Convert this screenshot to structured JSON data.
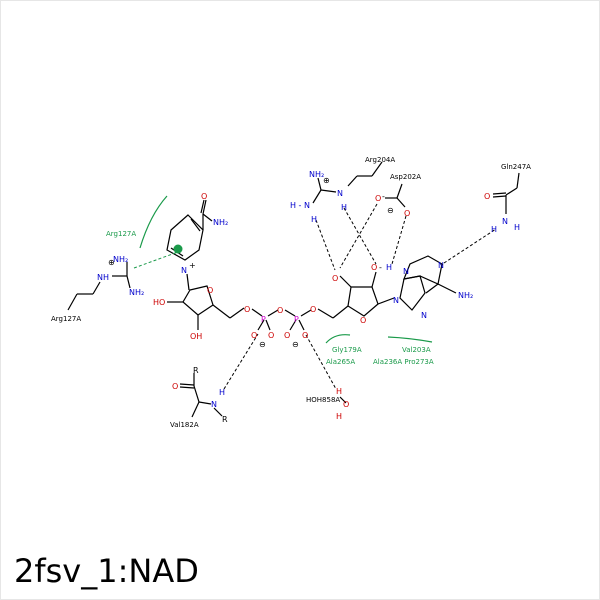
{
  "title": "2fsv_1:NAD",
  "colors": {
    "carbon": "#000000",
    "nitrogen": "#0000cc",
    "oxygen": "#cc0000",
    "phosphorus": "#cc00cc",
    "hydrophobic": "#1a9a4a"
  },
  "residues": {
    "arg127a_top": "Arg127A",
    "arg127a_bottom": "Arg127A",
    "arg204a": "Arg204A",
    "asp202a": "Asp202A",
    "gln247a": "Gln247A",
    "val182a": "Val182A",
    "hoh858a": "HOH858A",
    "gly179a": "Gly179A",
    "ala265a": "Ala265A",
    "val203a": "Val203A",
    "ala236a_pro273a": "Ala236A Pro273A"
  },
  "atoms": {
    "nh2_amide": "NH₂",
    "o_amide": "O",
    "n_plus": "N",
    "charge_plus": "+",
    "o_ring1": "O",
    "ho_left": "HO",
    "oh_ribose1": "OH",
    "o_link1": "O",
    "p1": "P",
    "p2": "P",
    "o_bridge": "O",
    "o_p1a": "O",
    "o_p1b": "O",
    "o_p2a": "O",
    "o_p2b": "O",
    "minus": "⊖",
    "o_link2": "O",
    "o_ring2": "O",
    "o_h1": "O",
    "o_h2": "O",
    "h": "H",
    "n_ad1": "N",
    "n_ad2": "N",
    "n_ad3": "N",
    "n_ad4": "N",
    "nh2_ad": "NH₂",
    "arg_nh2_a": "NH₂",
    "arg_nh": "NH",
    "arg_nh2_b": "NH₂",
    "plus_circle": "⊕",
    "arg204_nh2": "NH₂",
    "arg204_n": "N",
    "arg204_hn": "H - N",
    "arg204_h": "H",
    "asp_o1": "O",
    "asp_o2": "O",
    "gln_o": "O",
    "gln_n": "N",
    "gln_h1": "H",
    "gln_h2": "H",
    "val_o": "O",
    "val_r1": "R",
    "val_n": "N",
    "val_h": "H",
    "val_r2": "R",
    "hoh_h": "H",
    "hoh_o": "O",
    "hoh_h2": "H"
  }
}
